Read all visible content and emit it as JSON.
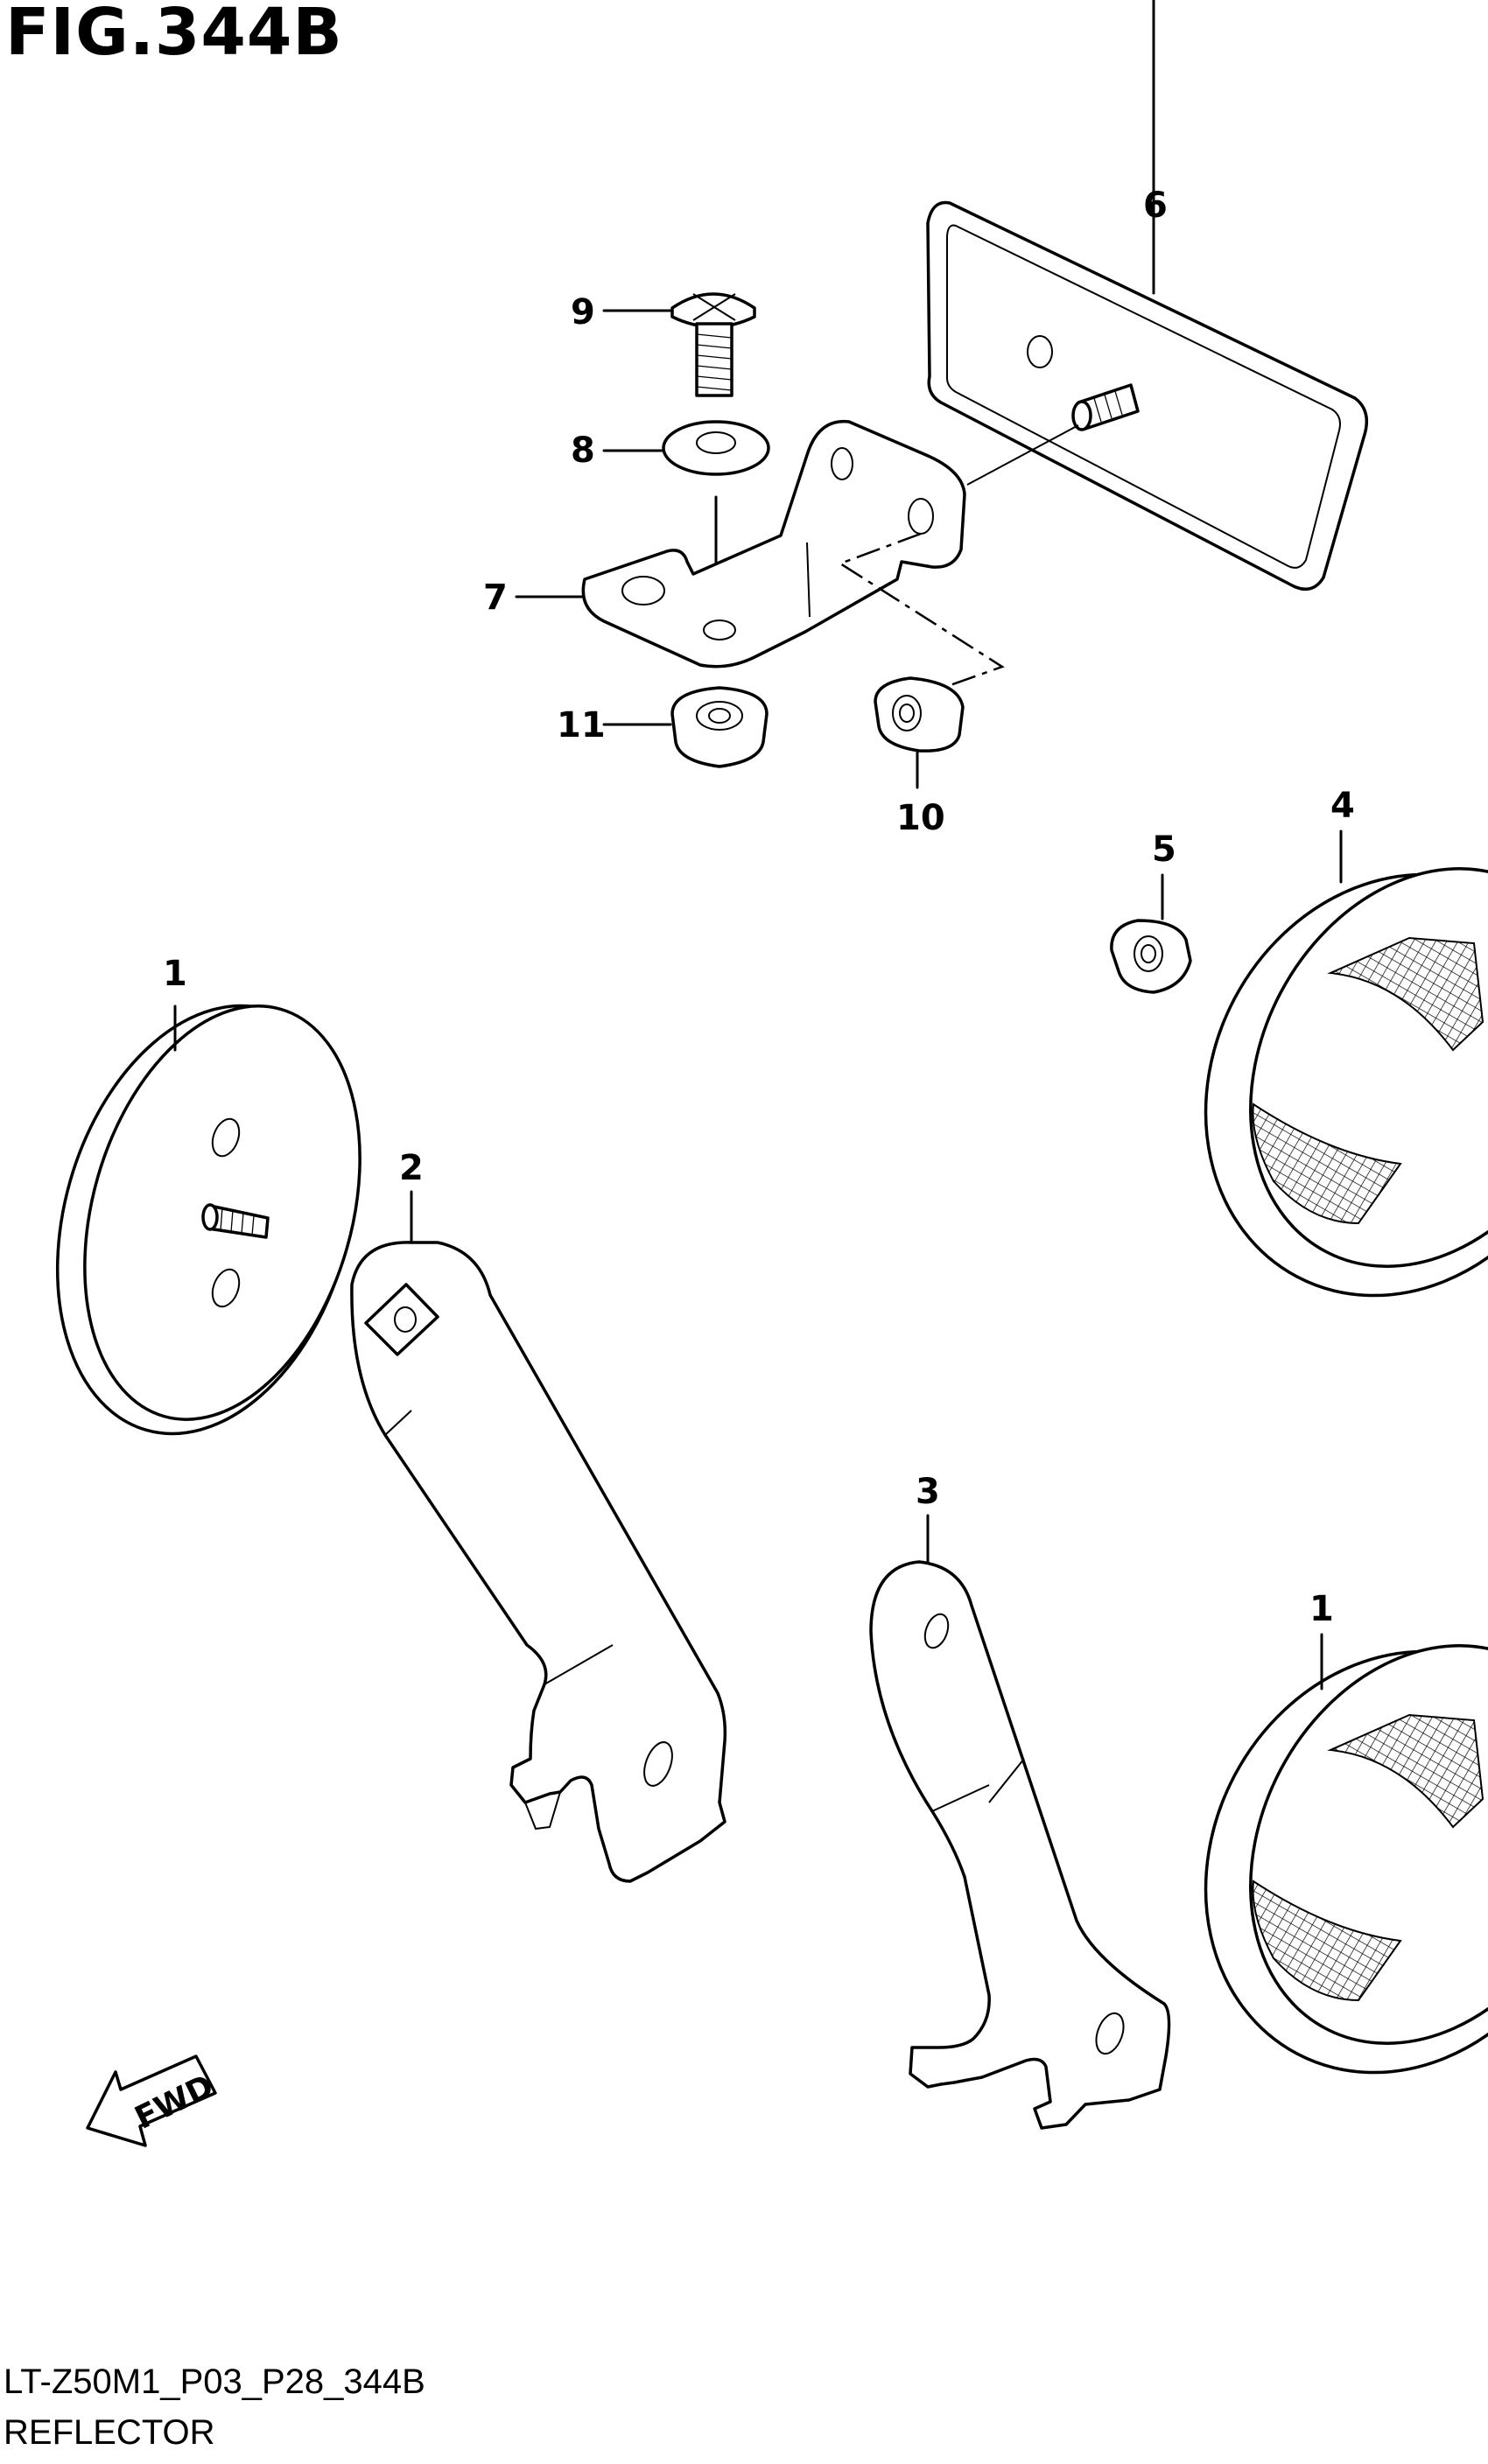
{
  "figure": {
    "title": "FIG.344B"
  },
  "footer": {
    "code": "LT-Z50M1_P03_P28_344B",
    "name": "REFLECTOR"
  },
  "direction_arrow": {
    "label": "FWD"
  },
  "callouts": [
    {
      "id": "c1a",
      "label": "1"
    },
    {
      "id": "c1b",
      "label": "1"
    },
    {
      "id": "c2",
      "label": "2"
    },
    {
      "id": "c3",
      "label": "3"
    },
    {
      "id": "c4",
      "label": "4"
    },
    {
      "id": "c5",
      "label": "5"
    },
    {
      "id": "c6",
      "label": "6"
    },
    {
      "id": "c7",
      "label": "7"
    },
    {
      "id": "c8",
      "label": "8"
    },
    {
      "id": "c9",
      "label": "9"
    },
    {
      "id": "c10",
      "label": "10"
    },
    {
      "id": "c11",
      "label": "11"
    }
  ]
}
